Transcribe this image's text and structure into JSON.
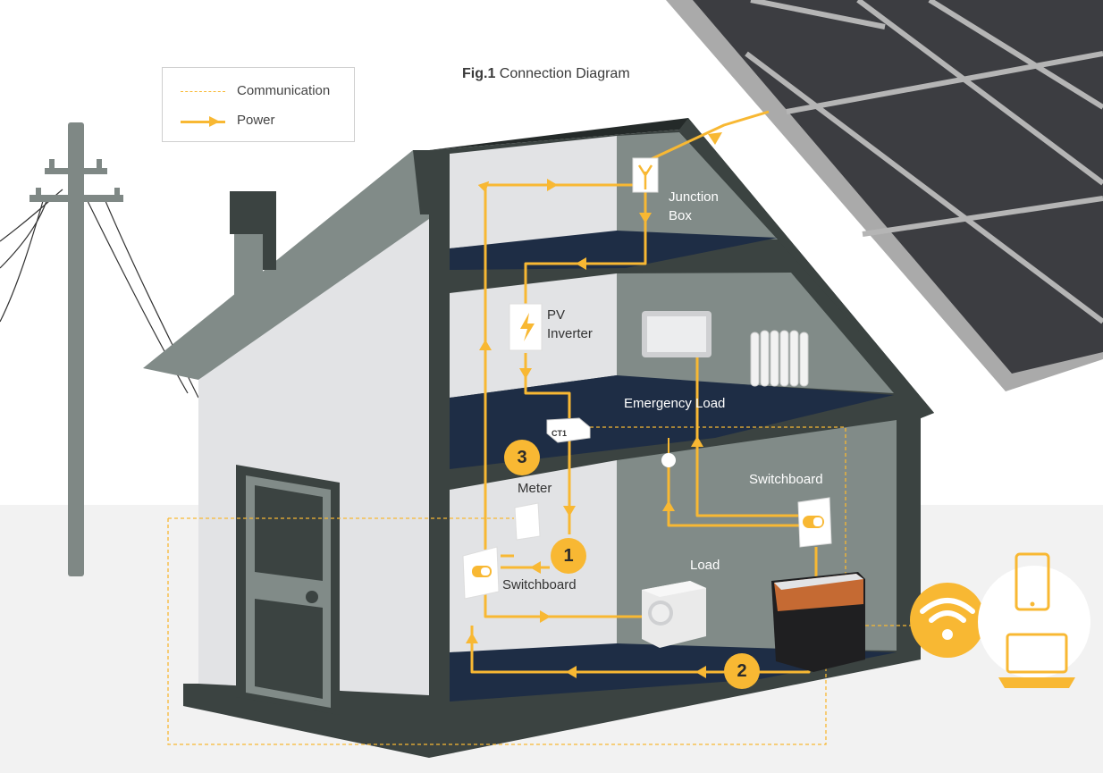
{
  "title": {
    "prefix": "Fig.1",
    "text": "Connection Diagram"
  },
  "legend": {
    "communication": "Communication",
    "power": "Power"
  },
  "labels": {
    "junction_box": [
      "Junction",
      "Box"
    ],
    "pv_inverter": [
      "PV",
      "Inverter"
    ],
    "emergency_load": "Emergency Load",
    "meter": "Meter",
    "switchboard_left": "Switchboard",
    "switchboard_right": "Switchboard",
    "load": "Load",
    "ct": "CT1"
  },
  "markers": [
    "1",
    "2",
    "3"
  ],
  "colors": {
    "power": "#f8b833",
    "house_wall": "#e2e3e5",
    "house_shade": "#818b88",
    "house_dark": "#3b4341",
    "floor": "#1e2d45",
    "panel": "#3c3d41",
    "panel_frame": "#aaaaaa"
  },
  "icons": [
    "utility-pole-icon",
    "solar-panel-icon",
    "junction-box-icon",
    "inverter-icon",
    "ct-sensor-icon",
    "meter-icon",
    "switchboard-icon",
    "monitor-icon",
    "radiator-icon",
    "bulb-icon",
    "washing-machine-icon",
    "battery-icon",
    "wifi-icon",
    "tablet-icon",
    "laptop-icon",
    "door-icon",
    "chimney-icon"
  ]
}
